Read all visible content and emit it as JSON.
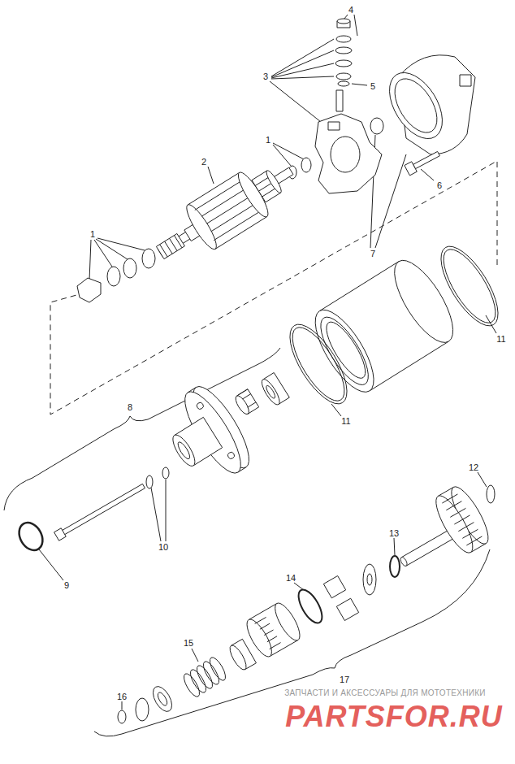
{
  "diagram": {
    "labels": [
      "4",
      "3",
      "5",
      "1",
      "2",
      "7",
      "6",
      "1",
      "11",
      "11",
      "8",
      "10",
      "9",
      "12",
      "13",
      "14",
      "15",
      "16",
      "17",
      "ЗАПЧАСТИ И АКСЕССУАРЫ ДЛЯ МОТОТЕХНИКИ",
      "PARTSFOR.RU"
    ]
  }
}
